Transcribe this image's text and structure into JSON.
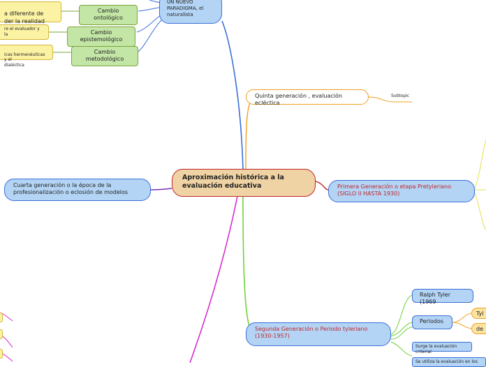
{
  "root": {
    "label": "Aproximación histórica a la evaluación educativa"
  },
  "paradigm": {
    "label": "UN NUEVO PARADIGMA, el naturalista"
  },
  "changes": [
    {
      "label": "Cambio ontológico",
      "detail": "a diferente de\nder la realidad"
    },
    {
      "label": "Cambio epistemológico",
      "detail": "re el evaluador y la"
    },
    {
      "label": "Cambio metodológico",
      "detail": "icas hermenéuticas y el\ndialéctica"
    }
  ],
  "fifth": {
    "label": "Quinta generación , evaluación ecléctica",
    "subtopic": "Subtopic"
  },
  "fourth": {
    "label": "Cuarta generación o la época de la profesionalización o eclosión de modelos"
  },
  "first": {
    "label": "Primera Generación o etapa Pretyleriano (SIGLO II HASTA 1930)"
  },
  "second": {
    "label": "Segunda Generación o Periodo tyleriano (1930-1957)",
    "ralph": "Ralph Tyler (1969",
    "periodos": "Periodos",
    "periodo_items": [
      "Tyl",
      "de"
    ],
    "criterial": "Surge la evaluación criterial",
    "extra": "Se utiliza la evaluación en los"
  },
  "colors": {
    "blue": "#3a6fd8",
    "orange": "#f0a020",
    "red": "#c0262a",
    "purple": "#7a2fb5",
    "green": "#6fd23a",
    "magenta": "#d62ed0",
    "yellow": "#e6e04a"
  }
}
